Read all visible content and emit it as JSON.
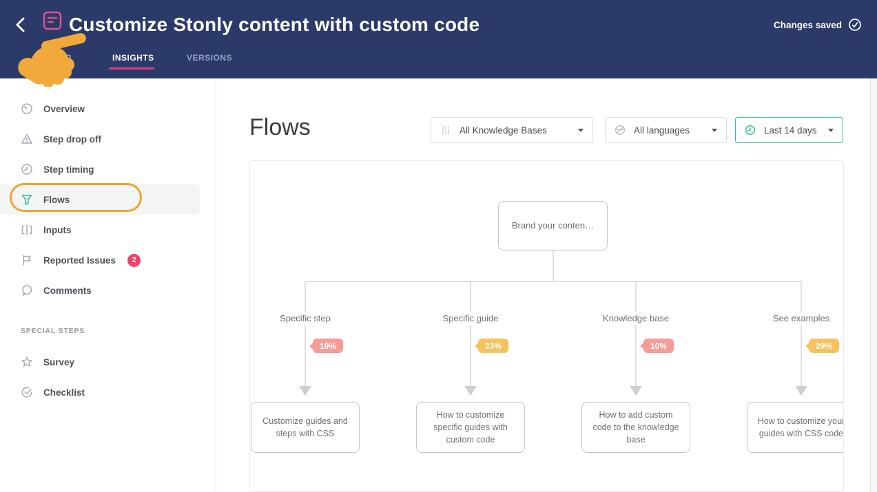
{
  "header": {
    "title": "Customize Stonly content with custom code",
    "status": "Changes saved",
    "tabs": {
      "editor_fragment": "R",
      "insights": "INSIGHTS",
      "versions": "VERSIONS"
    }
  },
  "sidebar": {
    "items": [
      {
        "label": "Overview"
      },
      {
        "label": "Step drop off"
      },
      {
        "label": "Step timing"
      },
      {
        "label": "Flows",
        "active": true
      },
      {
        "label": "Inputs"
      },
      {
        "label": "Reported Issues",
        "badge": "2"
      },
      {
        "label": "Comments"
      }
    ],
    "section_label": "SPECIAL STEPS",
    "special_items": [
      {
        "label": "Survey"
      },
      {
        "label": "Checklist"
      }
    ]
  },
  "main": {
    "heading": "Flows",
    "filters": [
      {
        "label": "All Knowledge Bases"
      },
      {
        "label": "All languages"
      },
      {
        "label": "Last 14 days",
        "highlighted": true
      }
    ]
  },
  "flow": {
    "root": "Brand your conten…",
    "branches": [
      {
        "label": "Specific step",
        "percent": "19%",
        "tone": "pink",
        "target": "Customize guides and steps with CSS"
      },
      {
        "label": "Specific guide",
        "percent": "33%",
        "tone": "yellow",
        "target": "How to customize specific guides with custom code"
      },
      {
        "label": "Knowledge base",
        "percent": "10%",
        "tone": "pink",
        "target": "How to add custom code to the knowledge base"
      },
      {
        "label": "See examples",
        "percent": "29%",
        "tone": "yellow",
        "target": "How to customize your guides with CSS code"
      }
    ]
  },
  "annotations": {
    "highlight_ring_on": "Flows sidebar item",
    "pointer": "hand cursor pointing at guide title"
  },
  "colors": {
    "header_bg": "#2B3A68",
    "accent_pink": "#DF3E7E",
    "teal": "#2EBE97",
    "annotation_orange": "#EFA62E",
    "badge_pink": "#F79B96",
    "badge_yellow": "#F6C25E",
    "issues_badge_red": "#F0436B"
  }
}
